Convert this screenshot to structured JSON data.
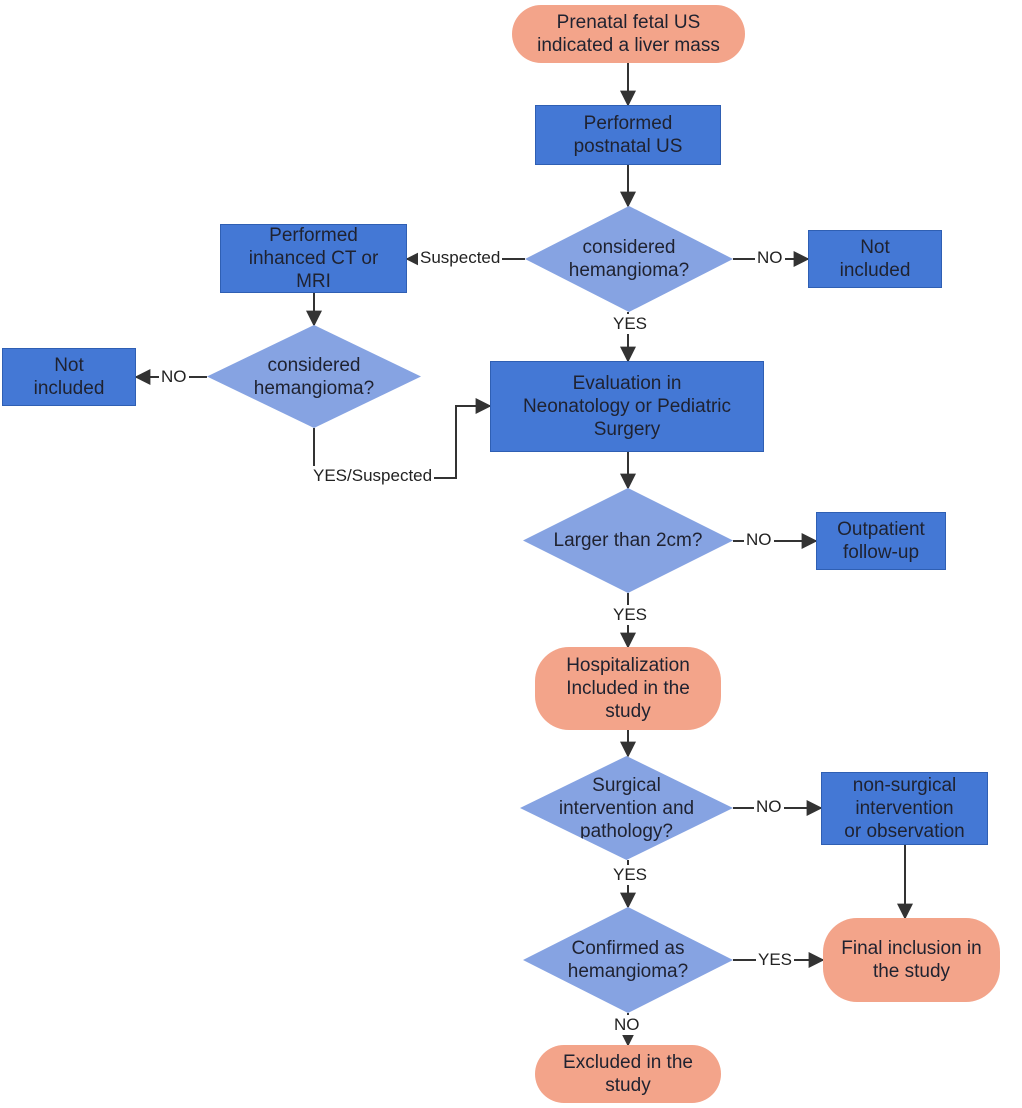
{
  "nodes": {
    "start": "Prenatal fetal US\nindicated a liver mass",
    "postnatal_us": "Performed\npostnatal US",
    "dec_hemangioma_1": "considered\nhemangioma?",
    "not_included_right": "Not\nincluded",
    "ct_mri": "Performed\ninhanced CT or\nMRI",
    "dec_hemangioma_2": "considered\nhemangioma?",
    "not_included_left": "Not\nincluded",
    "evaluation": "Evaluation in\nNeonatology or Pediatric\nSurgery",
    "dec_larger": "Larger than 2cm?",
    "outpatient": "Outpatient\nfollow-up",
    "hospitalization": "Hospitalization\nIncluded in the\nstudy",
    "dec_surgical": "Surgical\nintervention and\npathology?",
    "non_surgical": "non-surgical\nintervention\nor observation",
    "dec_confirmed": "Confirmed as\nhemangioma?",
    "final_inclusion": "Final inclusion in\nthe study",
    "excluded": "Excluded in the\nstudy"
  },
  "edge_labels": {
    "suspected": "Suspected",
    "no_1": "NO",
    "yes_1": "YES",
    "no_2": "NO",
    "yes_suspected": "YES/Suspected",
    "no_3": "NO",
    "yes_2": "YES",
    "no_4": "NO",
    "yes_3": "YES",
    "yes_4": "YES",
    "no_5": "NO"
  },
  "colors": {
    "process": "#4478d5",
    "decision": "#86a3e2",
    "terminal": "#f3a48a",
    "connector": "#333333"
  }
}
